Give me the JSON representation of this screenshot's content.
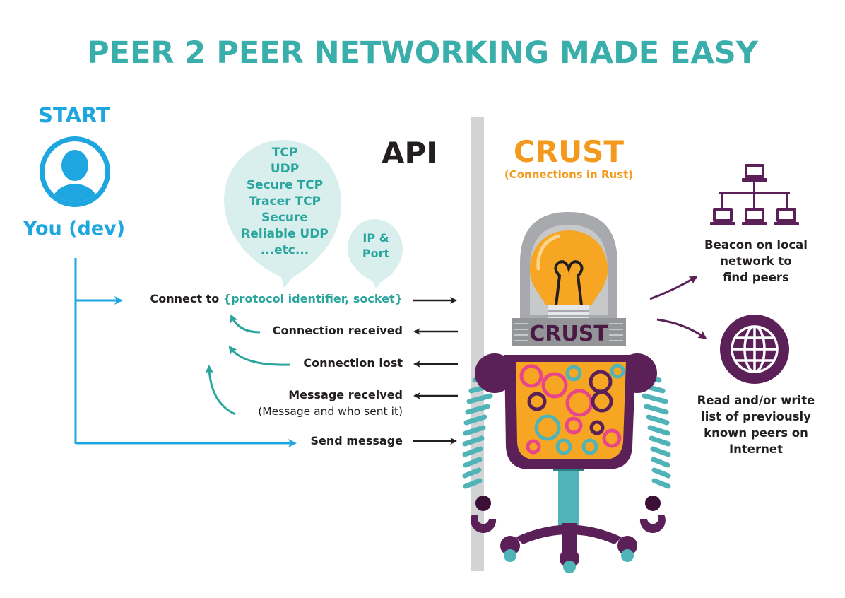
{
  "title": "PEER 2 PEER NETWORKING MADE EASY",
  "start": {
    "label": "START",
    "user_label": "You (dev)"
  },
  "api_label": "API",
  "crust": {
    "title": "CRUST",
    "subtitle": "(Connections in Rust)",
    "plate_text": "CRUST"
  },
  "protocols_bubble": {
    "lines": [
      "TCP",
      "UDP",
      "Secure TCP",
      "Tracer TCP",
      "Secure",
      "Reliable UDP",
      "...etc..."
    ]
  },
  "ipport_bubble": {
    "lines": [
      "IP &",
      "Port"
    ]
  },
  "api_calls": {
    "connect_prefix": "Connect  to ",
    "connect_identifier": "{protocol identifier, socket}",
    "connection_received": "Connection received",
    "connection_lost": "Connection lost",
    "message_received": "Message received",
    "message_received_detail": "(Message and who sent it)",
    "send_message": "Send message"
  },
  "features": {
    "beacon_lines": [
      "Beacon on local",
      "network to",
      "find peers"
    ],
    "peers_lines": [
      "Read and/or write",
      "list of previously",
      "known peers on",
      "Internet"
    ]
  },
  "colors": {
    "title": "#3aaeaa",
    "start_blue": "#1ea6e0",
    "crust_orange": "#f39a1e",
    "teal": "#2aa59e",
    "purple": "#5b2057",
    "divider": "#d1d3d4"
  },
  "icons": [
    "user-icon",
    "network-icon",
    "globe-icon",
    "bulb-icon"
  ]
}
